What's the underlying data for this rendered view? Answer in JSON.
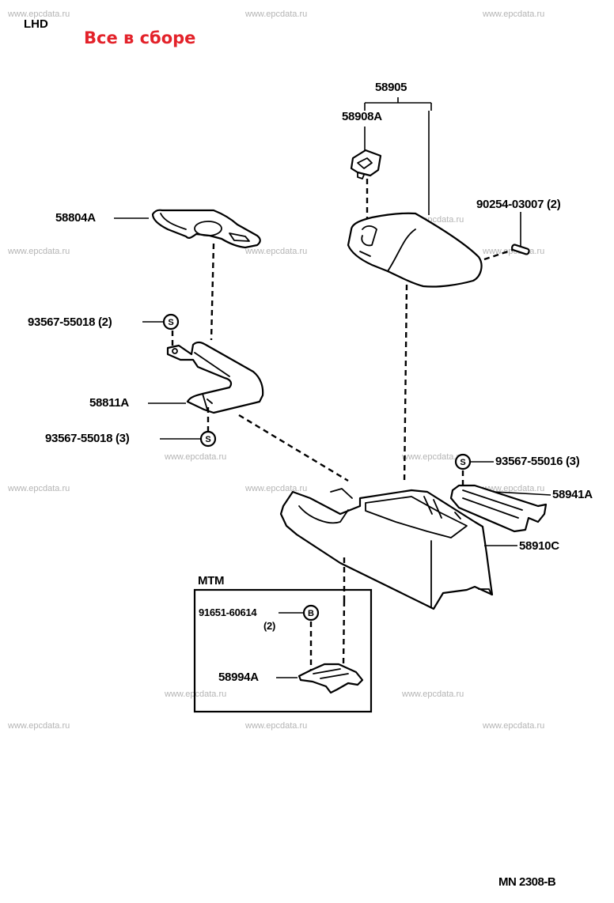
{
  "header": {
    "variant": "LHD",
    "title": "Все в сборе",
    "title_color": "#e3222a"
  },
  "watermark": "www.epcdata.ru",
  "diagram_code": "MN  2308-B",
  "parts": {
    "p58905": "58905",
    "p58908A": "58908A",
    "p90254": "90254-03007 (2)",
    "p58804A": "58804A",
    "p93567_2": "93567-55018 (2)",
    "p58811A": "58811A",
    "p93567_3": "93567-55018 (3)",
    "p93567_55016": "93567-55016 (3)",
    "p58941A": "58941A",
    "p58910C": "58910C"
  },
  "mtm_box": {
    "title": "MTM",
    "p91651": "91651-60614",
    "p91651_qty": "(2)",
    "p58994A": "58994A"
  },
  "symbols": {
    "screw": "S",
    "bolt": "B"
  }
}
